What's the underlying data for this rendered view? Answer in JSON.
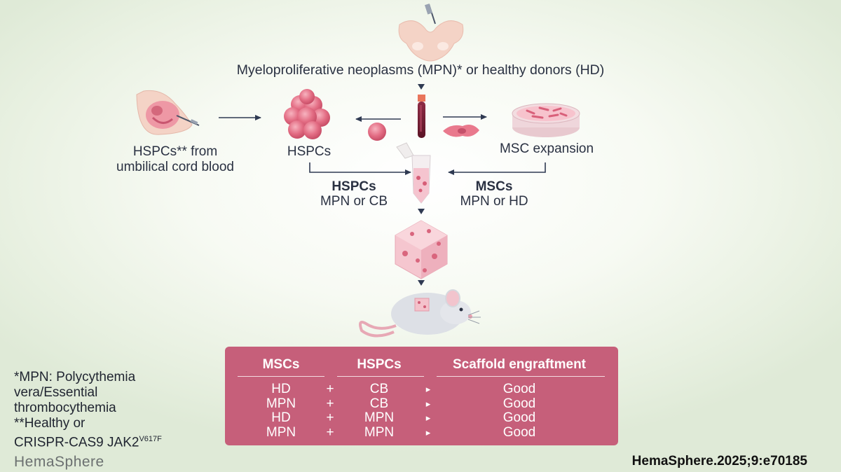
{
  "source_label": "Myeloproliferative neoplasms (MPN)* or healthy donors (HD)",
  "nodes": {
    "cord_blood": {
      "label_line1": "HSPCs** from",
      "label_line2": "umbilical cord blood"
    },
    "hspcs": {
      "label": "HSPCs"
    },
    "msc_expansion": {
      "label": "MSC expansion"
    }
  },
  "flow_labels": {
    "hspcs_title": "HSPCs",
    "hspcs_sub": "MPN or CB",
    "mscs_title": "MSCs",
    "mscs_sub": "MPN or HD"
  },
  "results_table": {
    "headers": [
      "MSCs",
      "HSPCs",
      "Scaffold engraftment"
    ],
    "rows": [
      {
        "mscs": "HD",
        "op": "+",
        "hspcs": "CB",
        "arrow": "▸",
        "engraftment": "Good"
      },
      {
        "mscs": "MPN",
        "op": "+",
        "hspcs": "CB",
        "arrow": "▸",
        "engraftment": "Good"
      },
      {
        "mscs": "HD",
        "op": "+",
        "hspcs": "MPN",
        "arrow": "▸",
        "engraftment": "Good"
      },
      {
        "mscs": "MPN",
        "op": "+",
        "hspcs": "MPN",
        "arrow": "▸",
        "engraftment": "Good"
      }
    ]
  },
  "footnotes": {
    "line1": "*MPN: Polycythemia",
    "line2": "vera/Essential",
    "line3": "thrombocythemia",
    "line4": "**Healthy or",
    "line5_main": "CRISPR-CAS9 JAK2",
    "line5_sup": "V617F"
  },
  "brand": "HemaSphere",
  "citation": "HemaSphere.2025;9:e70185",
  "colors": {
    "accent_pink": "#c65f7a",
    "arrow_dark": "#2f3a52",
    "cell_pink": "#e06c82",
    "bone": "#f4d3c6"
  }
}
